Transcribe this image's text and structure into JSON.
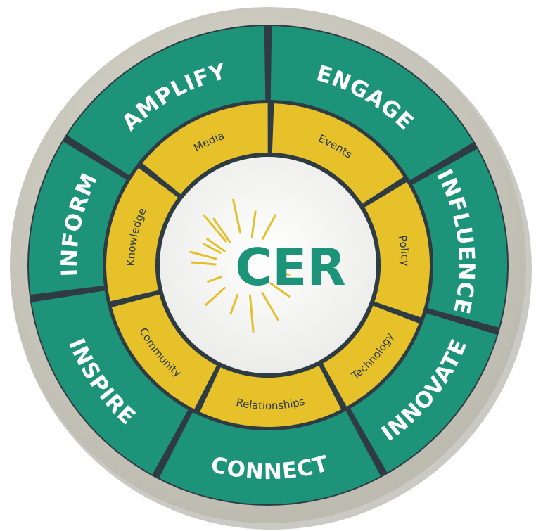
{
  "center": {
    "text": "CER"
  },
  "outer_ring": {
    "labels": [
      "AMPLIFY",
      "ENGAGE",
      "INFLUENCE",
      "INNOVATE",
      "CONNECT",
      "INSPIRE",
      "INFORM"
    ]
  },
  "inner_ring": {
    "labels": [
      "Media",
      "Events",
      "Policy",
      "Technology",
      "Relationships",
      "Community",
      "Knowledge"
    ]
  },
  "colors": {
    "bezel": "#cfcdbf",
    "bezel_shadow": "#a9a79c",
    "outer_ring": "#1d9379",
    "inner_ring": "#e6c12a",
    "divider": "#2e3b43",
    "center_fill": "#f7f7f5",
    "center_text": "#1d9379",
    "burst": "#e3c02c"
  }
}
